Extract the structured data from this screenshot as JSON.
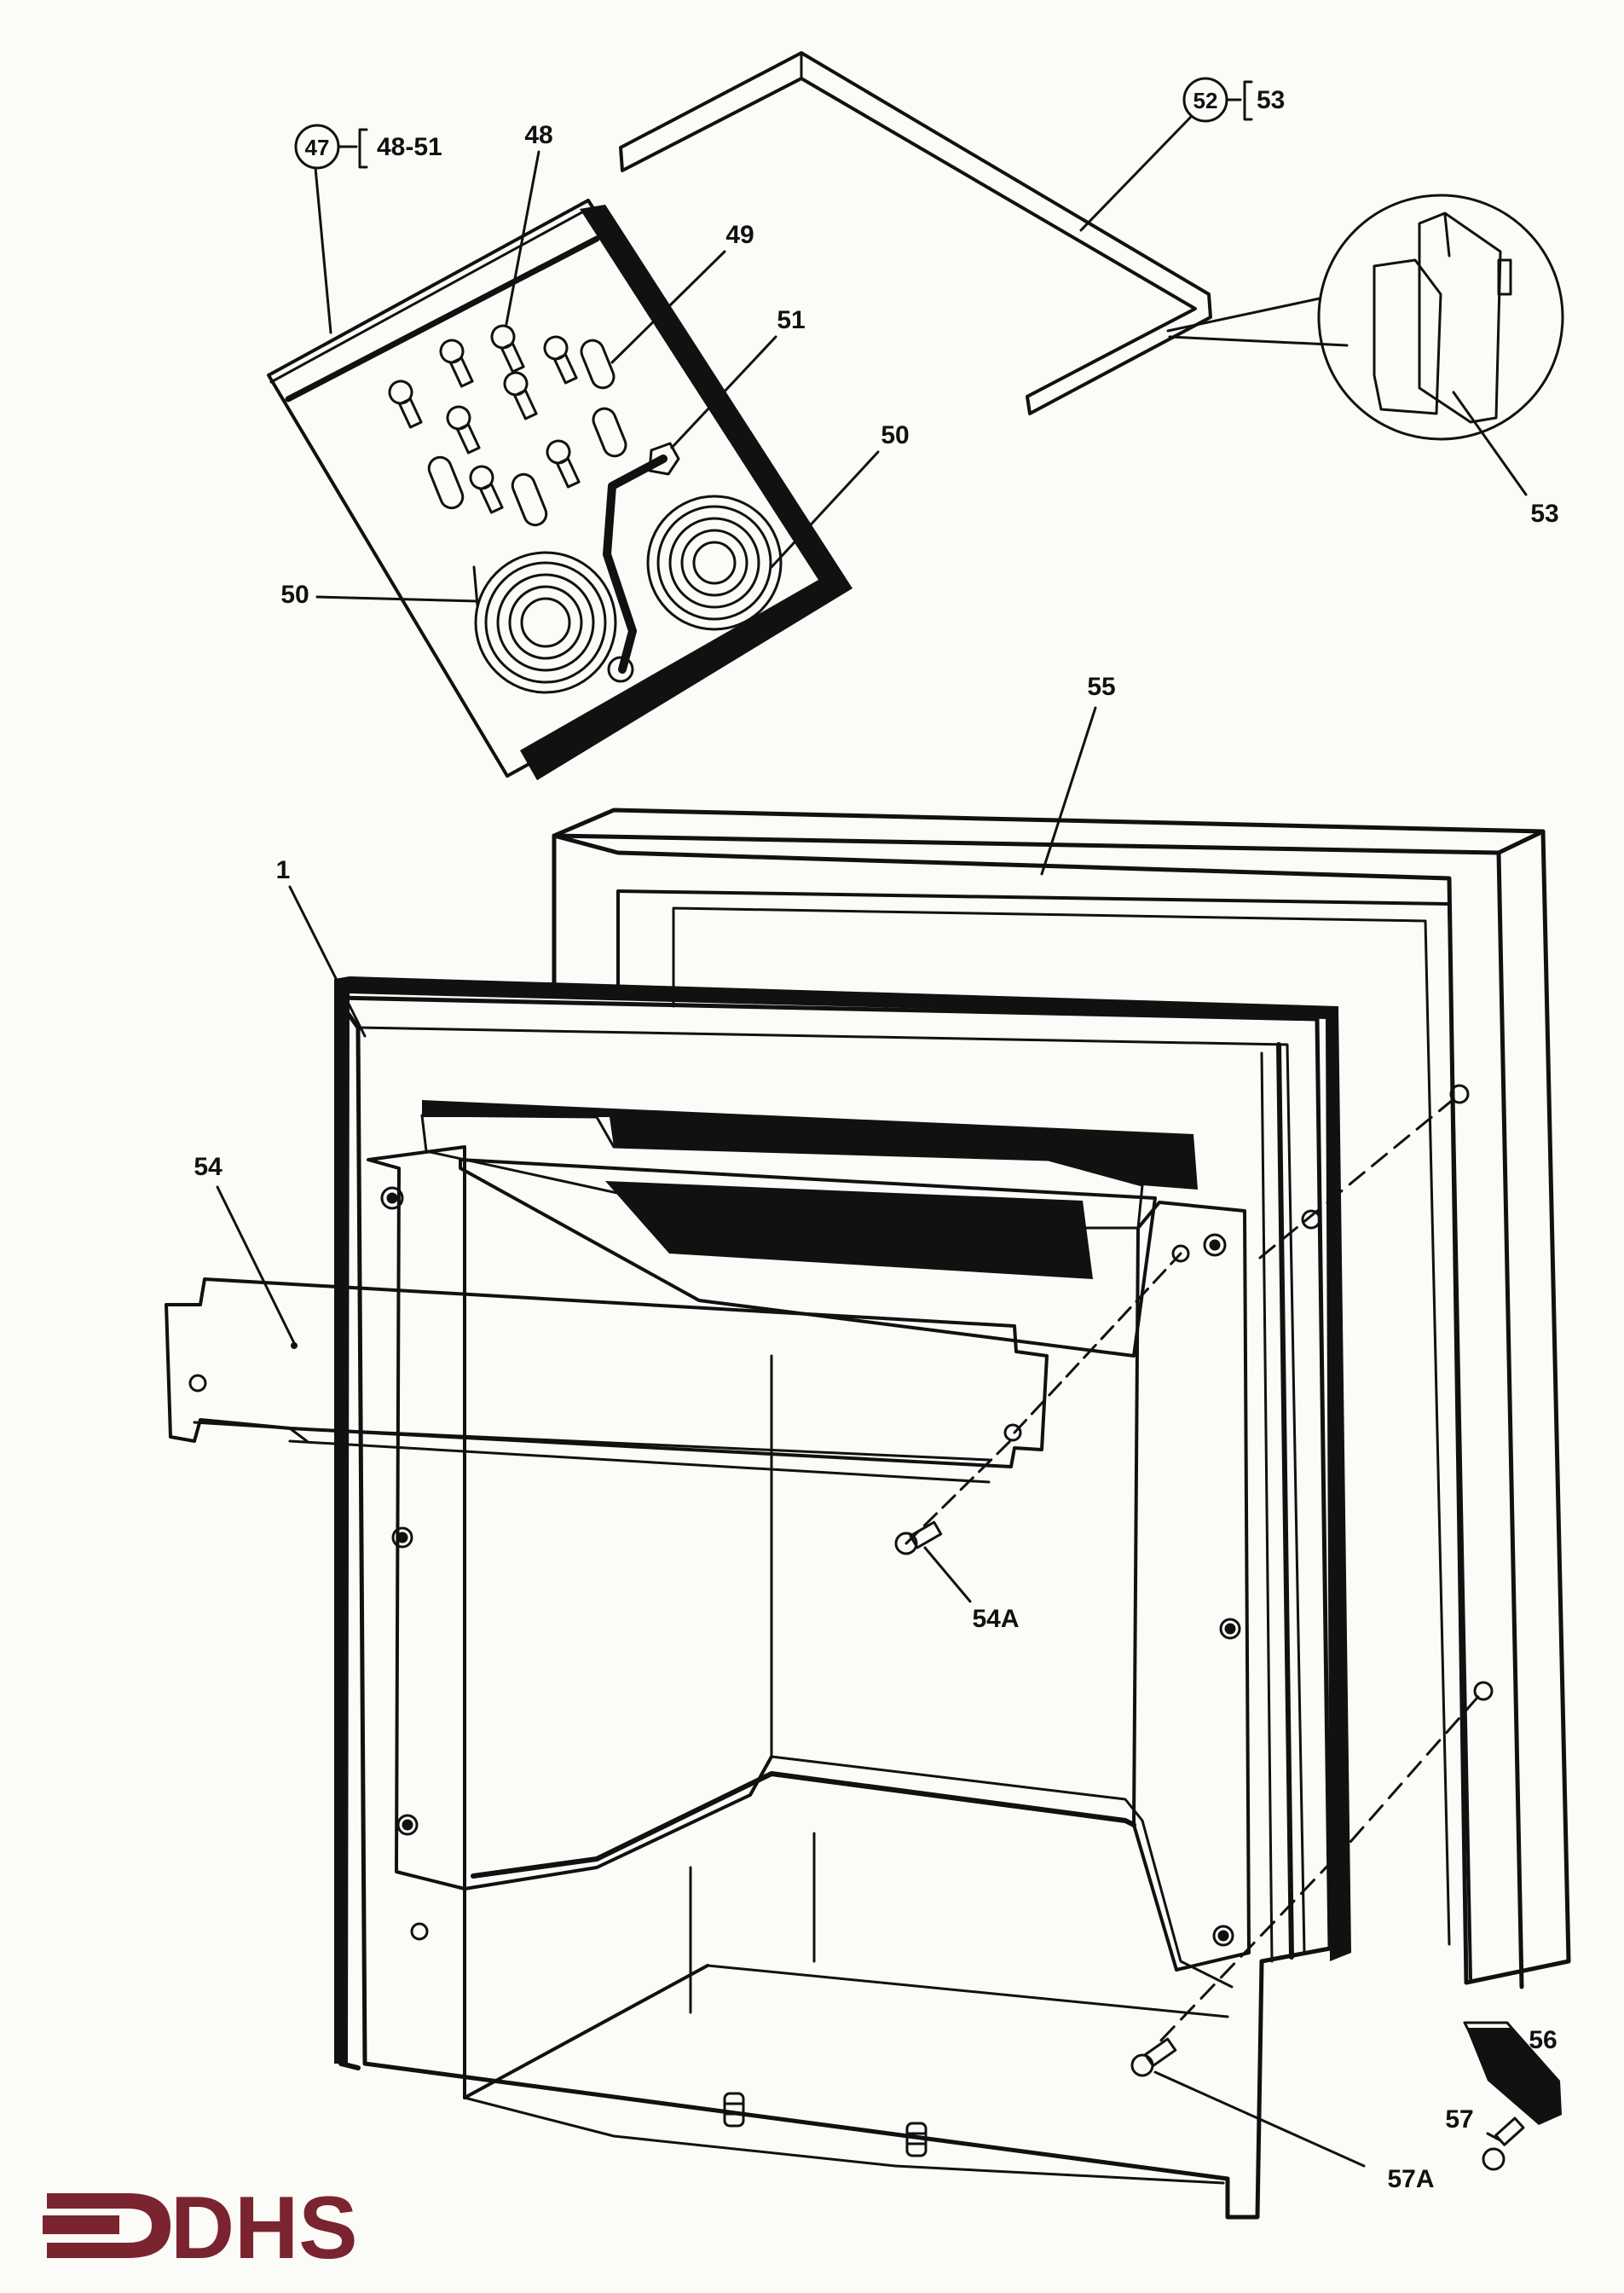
{
  "labels": {
    "p47": "47",
    "p48_51": "48-51",
    "p48": "48",
    "p49": "49",
    "p51": "51",
    "p50a": "50",
    "p50b": "50",
    "p52": "52",
    "p53a": "53",
    "p53b": "53",
    "p55": "55",
    "p1": "1",
    "p54": "54",
    "p54A": "54A",
    "p56": "56",
    "p57": "57",
    "p57A": "57A"
  },
  "logo": {
    "text": "DHS",
    "color": "#7a2430"
  },
  "colors": {
    "ink": "#111111",
    "paper": "#fbfbf8"
  }
}
